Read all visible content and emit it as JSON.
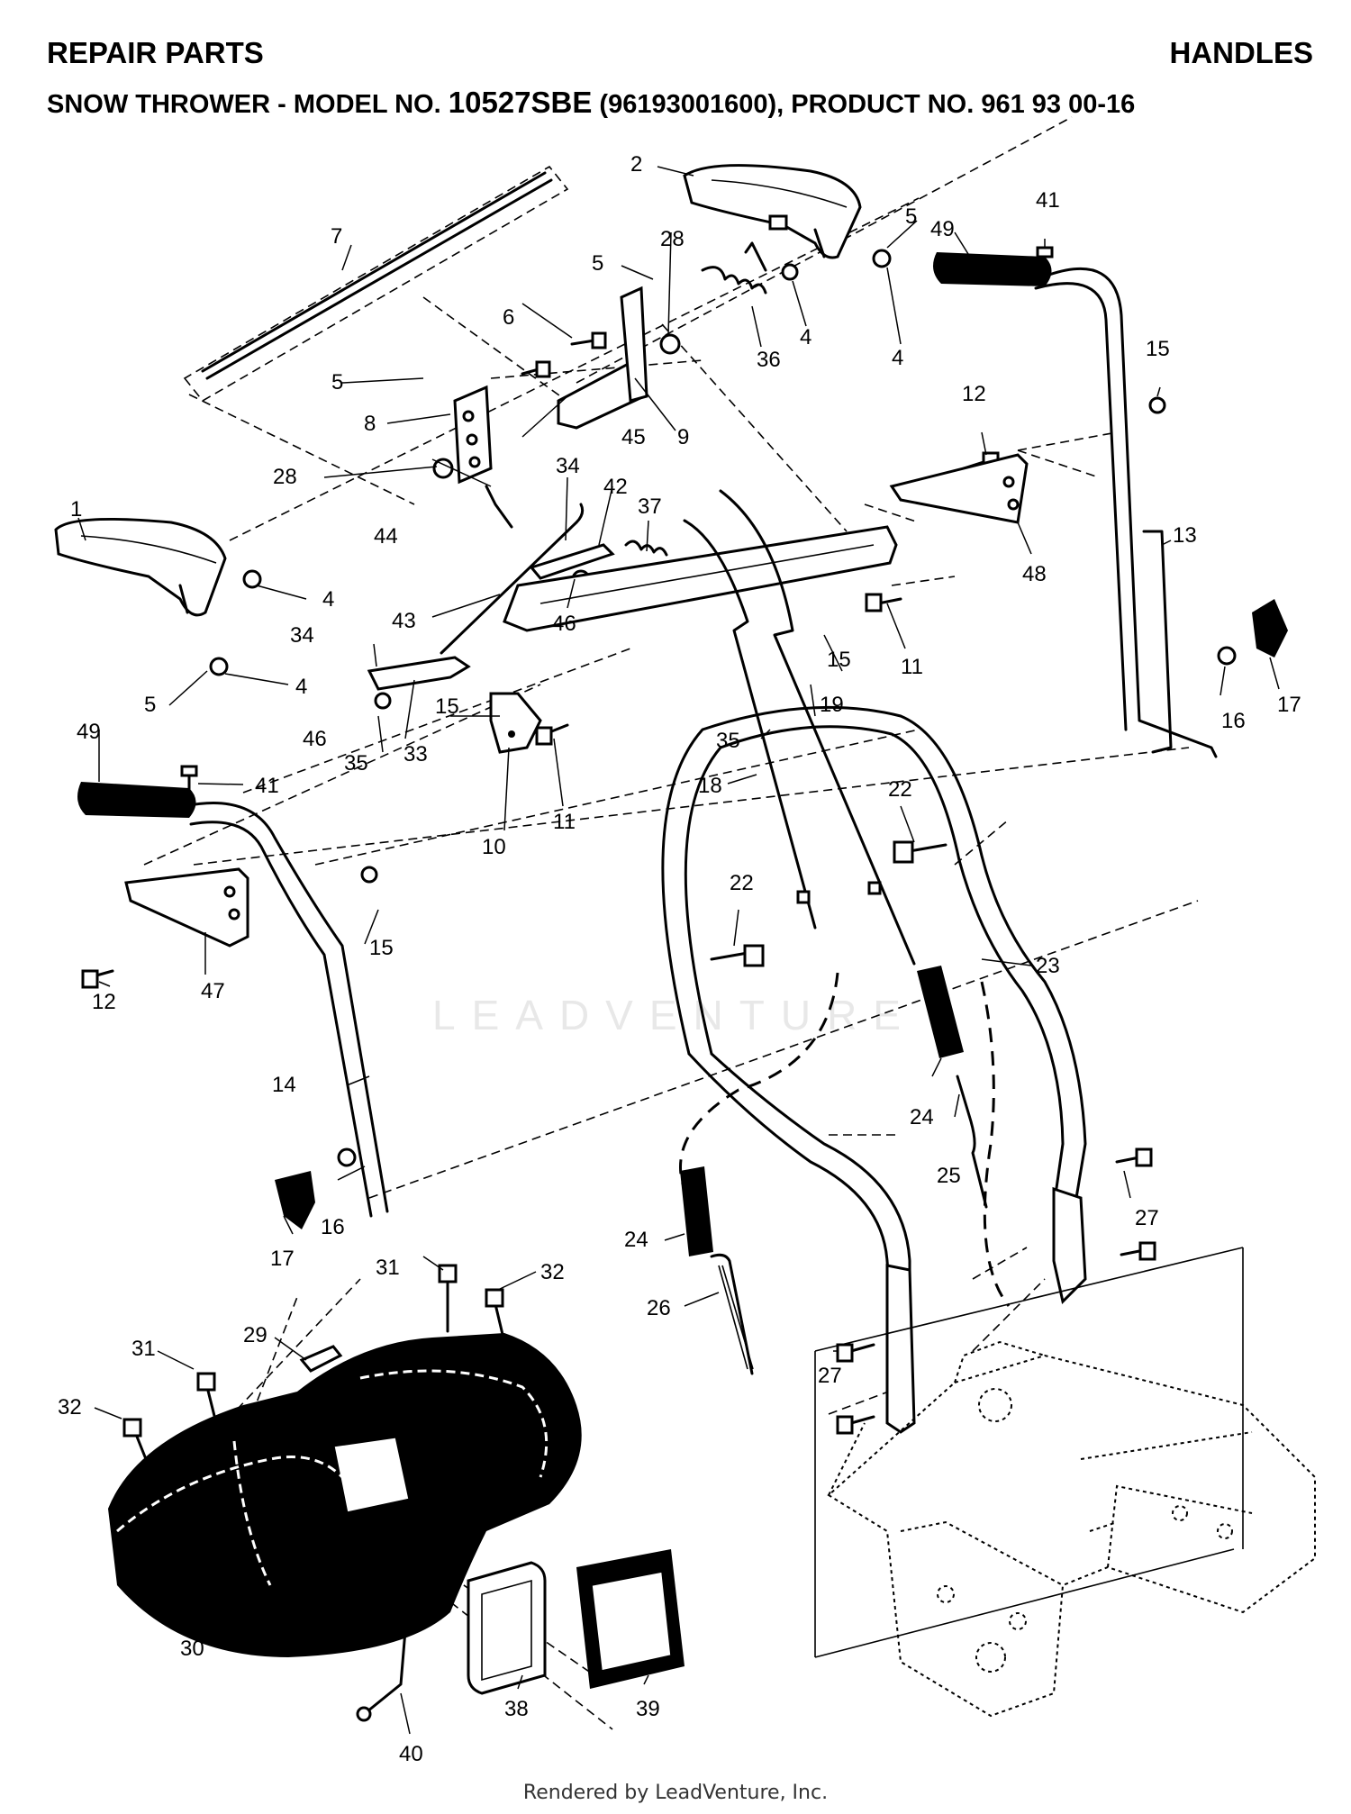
{
  "header": {
    "title_left": "REPAIR PARTS",
    "title_right": "HANDLES",
    "subtitle_prefix": "SNOW THROWER - MODEL NO.",
    "model": "10527SBE",
    "subtitle_suffix": "(96193001600), PRODUCT NO. 961 93 00-16"
  },
  "watermark": "LEADVENTURE",
  "footer": "Rendered by LeadVenture, Inc.",
  "callouts": [
    {
      "id": "c1",
      "label": "1"
    },
    {
      "id": "c2",
      "label": "2"
    },
    {
      "id": "c4a",
      "label": "4"
    },
    {
      "id": "c4b",
      "label": "4"
    },
    {
      "id": "c4c",
      "label": "4"
    },
    {
      "id": "c4d",
      "label": "4"
    },
    {
      "id": "c5a",
      "label": "5"
    },
    {
      "id": "c5b",
      "label": "5"
    },
    {
      "id": "c5c",
      "label": "5"
    },
    {
      "id": "c5d",
      "label": "5"
    },
    {
      "id": "c6",
      "label": "6"
    },
    {
      "id": "c7",
      "label": "7"
    },
    {
      "id": "c8",
      "label": "8"
    },
    {
      "id": "c9",
      "label": "9"
    },
    {
      "id": "c10",
      "label": "10"
    },
    {
      "id": "c11a",
      "label": "11"
    },
    {
      "id": "c11b",
      "label": "11"
    },
    {
      "id": "c12a",
      "label": "12"
    },
    {
      "id": "c12b",
      "label": "12"
    },
    {
      "id": "c13",
      "label": "13"
    },
    {
      "id": "c14",
      "label": "14"
    },
    {
      "id": "c15a",
      "label": "15"
    },
    {
      "id": "c15b",
      "label": "15"
    },
    {
      "id": "c15c",
      "label": "15"
    },
    {
      "id": "c15d",
      "label": "15"
    },
    {
      "id": "c16a",
      "label": "16"
    },
    {
      "id": "c16b",
      "label": "16"
    },
    {
      "id": "c17a",
      "label": "17"
    },
    {
      "id": "c17b",
      "label": "17"
    },
    {
      "id": "c18",
      "label": "18"
    },
    {
      "id": "c19",
      "label": "19"
    },
    {
      "id": "c22a",
      "label": "22"
    },
    {
      "id": "c22b",
      "label": "22"
    },
    {
      "id": "c23",
      "label": "23"
    },
    {
      "id": "c24a",
      "label": "24"
    },
    {
      "id": "c24b",
      "label": "24"
    },
    {
      "id": "c25",
      "label": "25"
    },
    {
      "id": "c26",
      "label": "26"
    },
    {
      "id": "c27a",
      "label": "27"
    },
    {
      "id": "c27b",
      "label": "27"
    },
    {
      "id": "c28a",
      "label": "28"
    },
    {
      "id": "c28b",
      "label": "28"
    },
    {
      "id": "c29",
      "label": "29"
    },
    {
      "id": "c30",
      "label": "30"
    },
    {
      "id": "c31a",
      "label": "31"
    },
    {
      "id": "c31b",
      "label": "31"
    },
    {
      "id": "c32a",
      "label": "32"
    },
    {
      "id": "c32b",
      "label": "32"
    },
    {
      "id": "c33",
      "label": "33"
    },
    {
      "id": "c34a",
      "label": "34"
    },
    {
      "id": "c34b",
      "label": "34"
    },
    {
      "id": "c35a",
      "label": "35"
    },
    {
      "id": "c35b",
      "label": "35"
    },
    {
      "id": "c36",
      "label": "36"
    },
    {
      "id": "c37",
      "label": "37"
    },
    {
      "id": "c38",
      "label": "38"
    },
    {
      "id": "c39",
      "label": "39"
    },
    {
      "id": "c40",
      "label": "40"
    },
    {
      "id": "c41a",
      "label": "41"
    },
    {
      "id": "c41b",
      "label": "41"
    },
    {
      "id": "c42",
      "label": "42"
    },
    {
      "id": "c43",
      "label": "43"
    },
    {
      "id": "c44",
      "label": "44"
    },
    {
      "id": "c45",
      "label": "45"
    },
    {
      "id": "c46a",
      "label": "46"
    },
    {
      "id": "c46b",
      "label": "46"
    },
    {
      "id": "c47",
      "label": "47"
    },
    {
      "id": "c48",
      "label": "48"
    },
    {
      "id": "c49a",
      "label": "49"
    },
    {
      "id": "c49b",
      "label": "49"
    }
  ]
}
